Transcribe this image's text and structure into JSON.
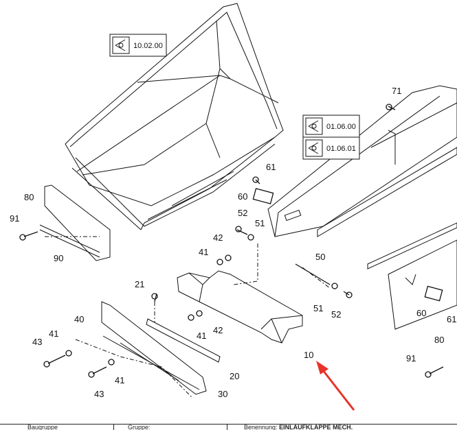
{
  "reference_boxes": [
    {
      "code": "10.02.00"
    },
    {
      "code": "01.06.00"
    },
    {
      "code": "01.06.01"
    }
  ],
  "callouts": [
    "10",
    "20",
    "21",
    "30",
    "40",
    "41",
    "41",
    "41",
    "41",
    "42",
    "42",
    "43",
    "43",
    "50",
    "51",
    "51",
    "52",
    "52",
    "60",
    "60",
    "61",
    "61",
    "71",
    "80",
    "80",
    "90",
    "91",
    "91"
  ],
  "footer": {
    "cell1": "Baugruppe",
    "cell2": "Gruppe:",
    "cell3_label": "Benennung:",
    "cell3_value": "EINLAUFKLAPPE MECH."
  },
  "colors": {
    "line": "#111111",
    "arrow": "#e8332a",
    "background": "#ffffff"
  }
}
